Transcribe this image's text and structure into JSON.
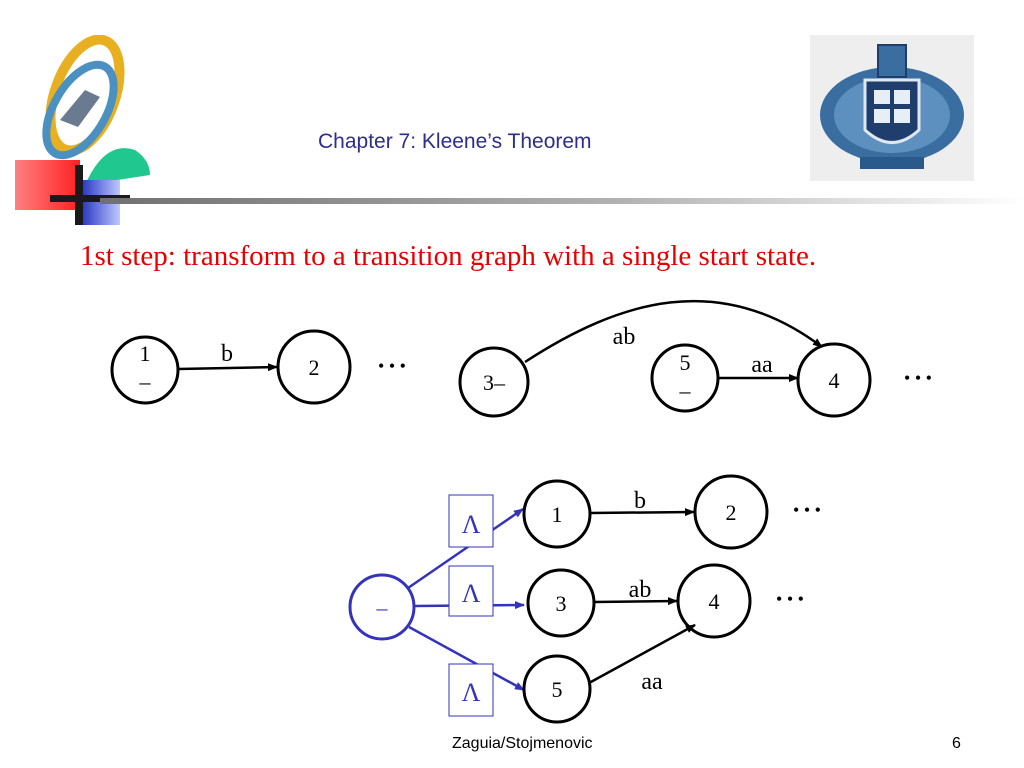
{
  "header": {
    "chapter_title": "Chapter 7: Kleene’s Theorem",
    "university_crest": "university-crest"
  },
  "slide": {
    "heading": "1st step: transform to a transition graph with a single start state."
  },
  "top_graph_left": {
    "state_1": "1",
    "state_1_start_mark": "–",
    "state_2": "2",
    "edge_1_2": "b",
    "ellipsis": "• • •"
  },
  "top_graph_right": {
    "state_3": "3–",
    "state_5": "5",
    "state_5_start_mark": "–",
    "state_4": "4",
    "edge_3_4": "ab",
    "edge_5_4": "aa",
    "ellipsis": "• • •"
  },
  "bottom_graph": {
    "new_start": "–",
    "lambda_1": "Λ",
    "lambda_2": "Λ",
    "lambda_3": "Λ",
    "state_1": "1",
    "state_2": "2",
    "state_3": "3",
    "state_4": "4",
    "state_5": "5",
    "edge_1_2": "b",
    "edge_3_4": "ab",
    "edge_5_4": "aa",
    "ellipsis_top": "• • •",
    "ellipsis_mid": "• • •"
  },
  "footer": {
    "author": "Zaguia/Stojmenovic",
    "page": "6"
  },
  "colors": {
    "title": "#2e2e8a",
    "heading": "#e60000",
    "lambda_blue": "#3333bb"
  }
}
